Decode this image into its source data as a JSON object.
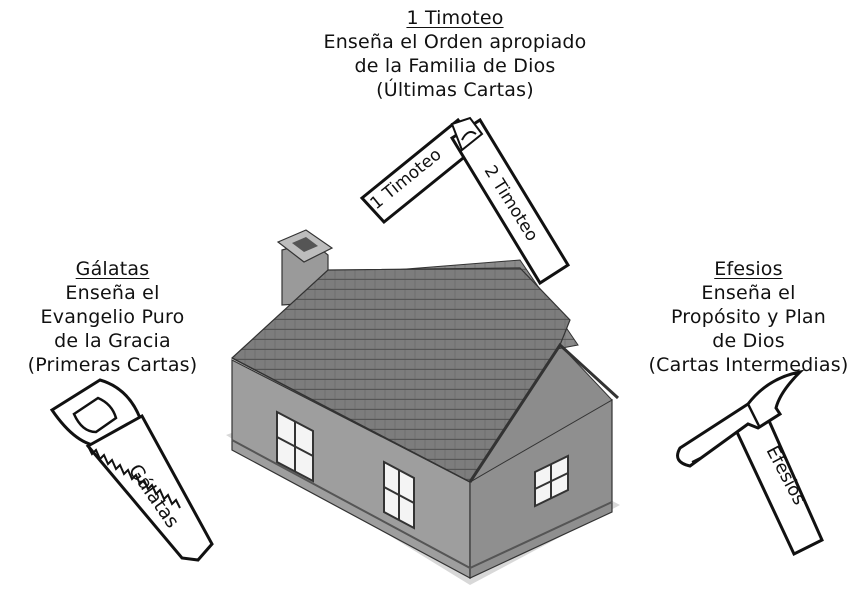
{
  "top": {
    "heading": "1 Timoteo",
    "lines": [
      "Enseña el Orden apropiado",
      "de la Familia de Dios",
      "(Últimas Cartas)"
    ]
  },
  "left": {
    "heading": "Gálatas",
    "lines": [
      "Enseña el",
      "Evangelio Puro",
      "de la Gracia",
      "(Primeras Cartas)"
    ]
  },
  "right": {
    "heading": "Efesios",
    "lines": [
      "Enseña el",
      "Propósito y Plan",
      "de Dios",
      "(Cartas Intermedias)"
    ]
  },
  "tools": {
    "square_arm1": "1 Timoteo",
    "square_arm2": "2 Timoteo",
    "saw": "Gálatas",
    "hammer": "Efesios"
  },
  "colors": {
    "ink": "#111111",
    "roof": "#7a7a7a",
    "wall": "#9c9c9c"
  }
}
